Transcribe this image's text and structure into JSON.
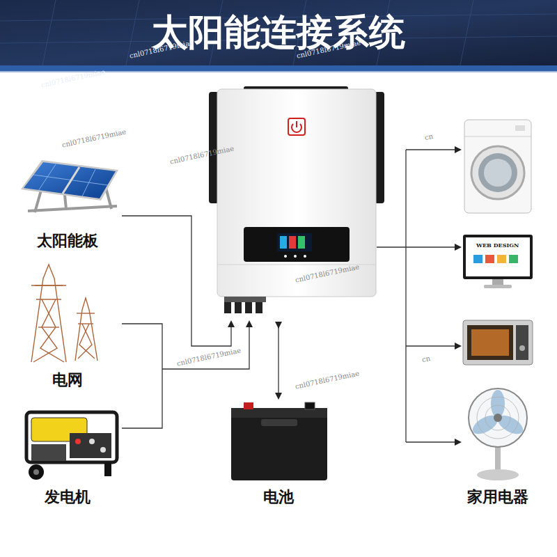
{
  "diagram": {
    "title": "太阳能连接系统",
    "nodes": [
      {
        "text": [
          "太阳能板"
        ]
      },
      {
        "text": [
          "电网"
        ]
      },
      {
        "text": [
          "发电机"
        ]
      },
      {
        "text": [
          "电池"
        ]
      },
      {
        "text": [
          "家用电器"
        ]
      }
    ],
    "labels": [
      "WEB DESIGN",
      "cnl0718l6719miae",
      "cnl0718l6719miae",
      "cnl0718l6719miae",
      "cnl0718l6719miae",
      "cnl0718l6719miae",
      "cnl0718l6719miae",
      "cnl0718l6719miae",
      "cnl0718l6719miae",
      "cn",
      "cn"
    ]
  }
}
